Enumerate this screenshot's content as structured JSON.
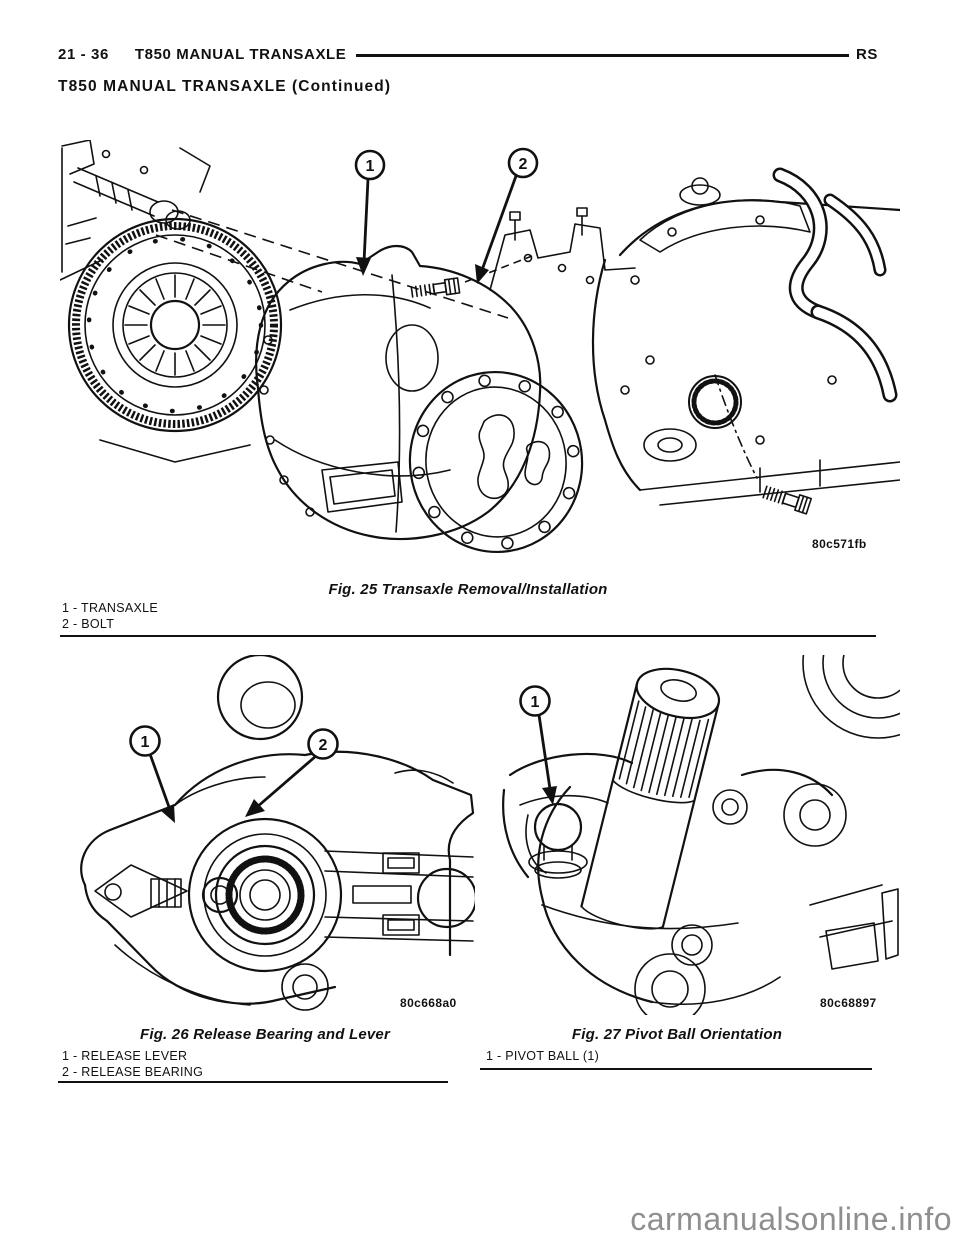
{
  "header": {
    "page_number": "21 - 36",
    "section_title": "T850 MANUAL TRANSAXLE",
    "corner_code": "RS",
    "continued_title": "T850 MANUAL TRANSAXLE (Continued)"
  },
  "figures": [
    {
      "caption": "Fig. 25 Transaxle Removal/Installation",
      "image_code": "80c571fb",
      "legend": [
        "1 - TRANSAXLE",
        "2 - BOLT"
      ],
      "callouts": [
        "1",
        "2"
      ]
    },
    {
      "caption": "Fig. 26 Release Bearing and Lever",
      "image_code": "80c668a0",
      "legend": [
        "1 - RELEASE LEVER",
        "2 - RELEASE BEARING"
      ],
      "callouts": [
        "1",
        "2"
      ]
    },
    {
      "caption": "Fig. 27 Pivot Ball Orientation",
      "image_code": "80c68897",
      "legend": [
        "1 - PIVOT BALL (1)"
      ],
      "callouts": [
        "1"
      ]
    }
  ],
  "watermark": "carmanualsonline.info",
  "colors": {
    "ink": "#111111",
    "watermark_gray": "#8f8f8f",
    "paper": "#ffffff"
  }
}
